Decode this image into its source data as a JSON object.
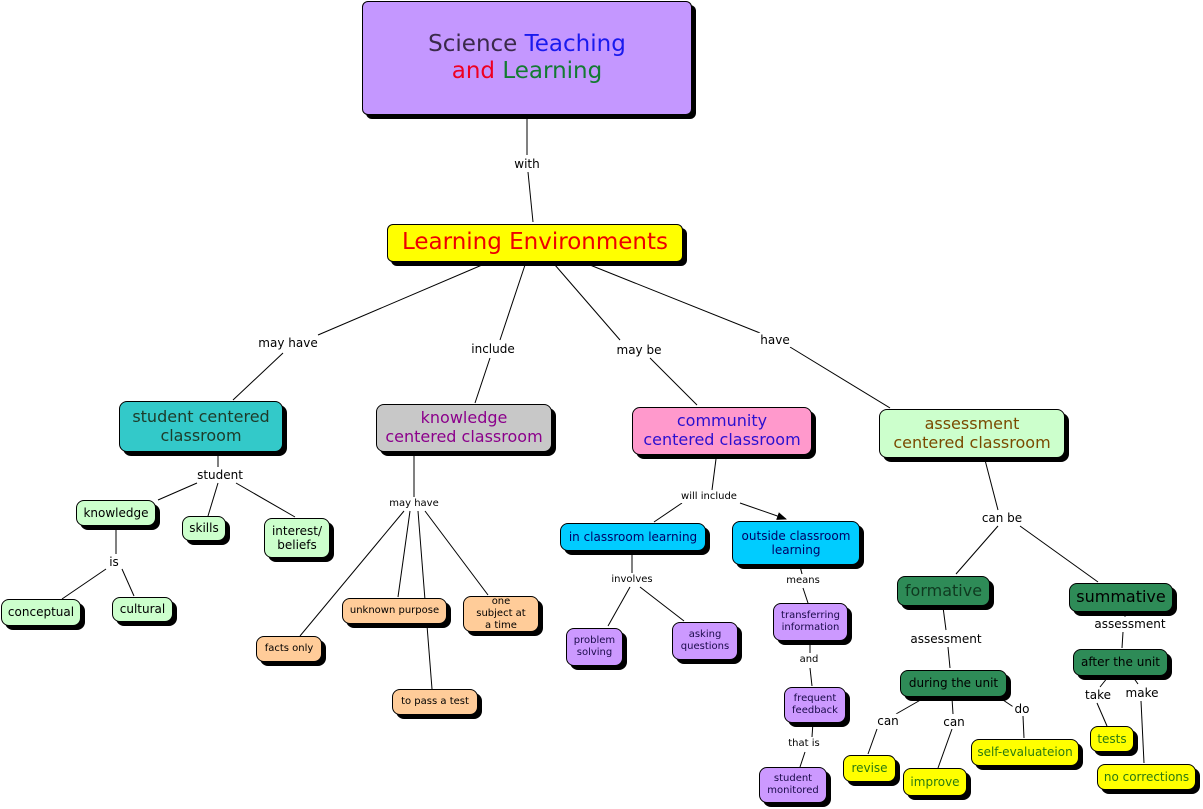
{
  "colors": {
    "title_bg": "#c497ff",
    "env_bg": "#ffff00",
    "student_bg": "#33c9c9",
    "knowledge_bg": "#c8c8c8",
    "community_bg": "#ff99cc",
    "assessment_bg": "#ccffcc",
    "light_green": "#ccffcc",
    "peach": "#ffcc99",
    "cyan": "#00ccff",
    "purple": "#cc99ff",
    "dark_green": "#2e8b57",
    "yellow": "#ffff00"
  },
  "title": {
    "science": "Science",
    "teaching": "Teaching",
    "and": "and",
    "learning": "Learning"
  },
  "nodes": {
    "learning_environments": "Learning Environments",
    "student_centered": "student centered classroom",
    "knowledge_centered": "knowledge centered classroom",
    "community_centered": "community centered classroom",
    "assessment_centered": "assessment centered classroom",
    "knowledge": "knowledge",
    "skills": "skills",
    "interest_beliefs": "interest/ beliefs",
    "conceptual": "conceptual",
    "cultural": "cultural",
    "facts_only": "facts only",
    "unknown_purpose": "unknown purpose",
    "one_subject": "one subject at a time",
    "to_pass_a_test": "to pass a test",
    "in_classroom_learning": "in classroom learning",
    "outside_classroom_learning": "outside classroom learning",
    "problem_solving": "problem solving",
    "asking_questions": "asking questions",
    "transferring_information": "transferring information",
    "frequent_feedback": "frequent feedback",
    "student_monitored": "student monitored",
    "formative": "formative",
    "summative": "summative",
    "during_the_unit": "during the unit",
    "after_the_unit": "after the unit",
    "revise": "revise",
    "improve": "improve",
    "self_evaluation": "self-evaluateion",
    "tests": "tests",
    "no_corrections": "no corrections"
  },
  "links": {
    "with": "with",
    "may_have_1": "may have",
    "include": "include",
    "may_be": "may be",
    "have": "have",
    "student": "student",
    "is": "is",
    "may_have_2": "may have",
    "will_include": "will include",
    "involves": "involves",
    "means": "means",
    "and": "and",
    "that_is": "that is",
    "can_be": "can be",
    "assessment_1": "assessment",
    "assessment_2": "assessment",
    "can_1": "can",
    "can_2": "can",
    "do": "do",
    "take": "take",
    "make": "make"
  }
}
